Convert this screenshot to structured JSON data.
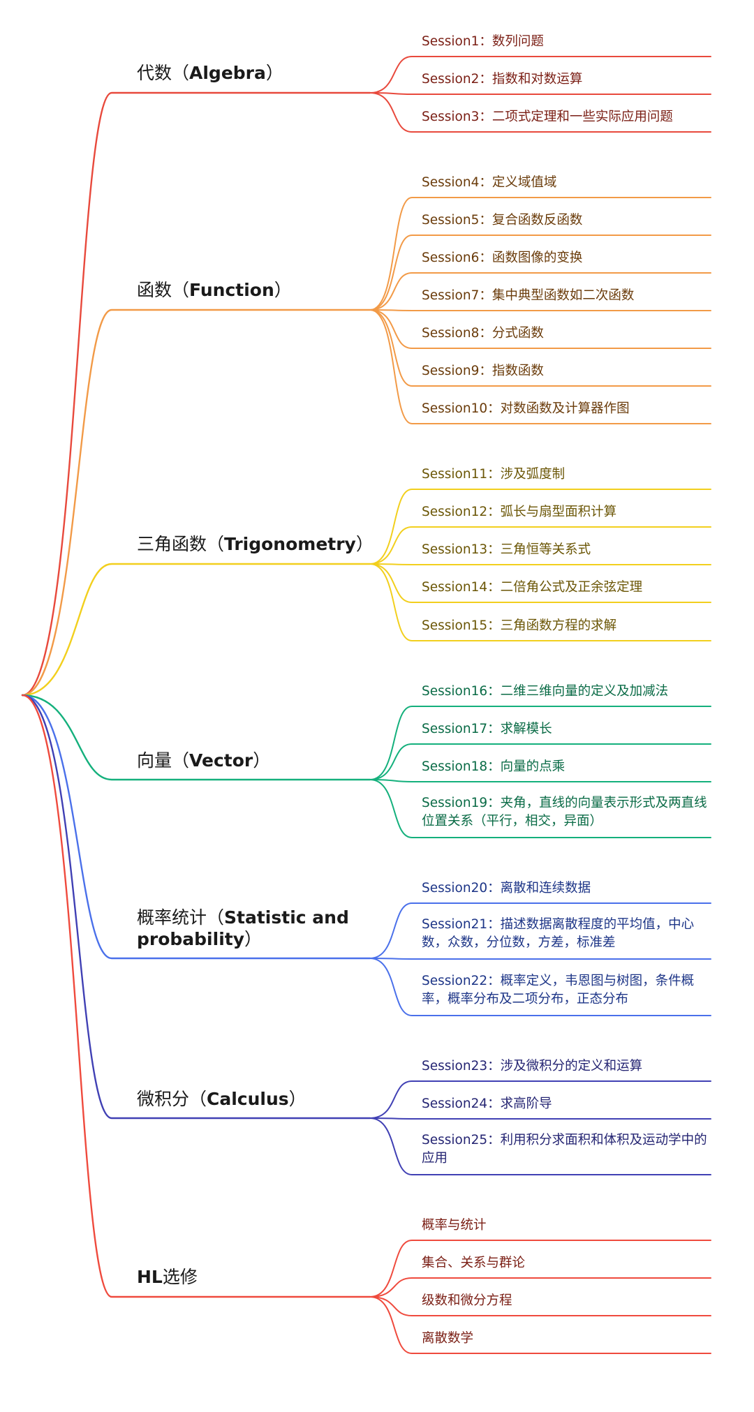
{
  "mindmap": {
    "branches": [
      {
        "label_prefix": "代数（",
        "label_bold": "Algebra",
        "label_suffix": "）",
        "color": "#e8493c",
        "text_color": "#7a1e14",
        "leaves": [
          "Session1：数列问题",
          "Session2：指数和对数运算",
          "Session3：二项式定理和一些实际应用问题"
        ]
      },
      {
        "label_prefix": "函数（",
        "label_bold": "Function",
        "label_suffix": "）",
        "color": "#f29a47",
        "text_color": "#6a3b0a",
        "leaves": [
          "Session4：定义域值域",
          "Session5：复合函数反函数",
          "Session6：函数图像的变换",
          "Session7：集中典型函数如二次函数",
          "Session8：分式函数",
          "Session9：指数函数",
          "Session10：对数函数及计算器作图"
        ]
      },
      {
        "label_prefix": "三角函数（",
        "label_bold": "Trigonometry",
        "label_suffix": "）",
        "color": "#f2cf1d",
        "text_color": "#6b5606",
        "leaves": [
          "Session11：涉及弧度制",
          "Session12：弧长与扇型面积计算",
          "Session13：三角恒等关系式",
          "Session14：二倍角公式及正余弦定理",
          "Session15：三角函数方程的求解"
        ]
      },
      {
        "label_prefix": "向量（",
        "label_bold": "Vector",
        "label_suffix": "）",
        "color": "#14b07c",
        "text_color": "#0a6b46",
        "leaves": [
          "Session16：二维三维向量的定义及加减法",
          "Session17：求解模长",
          "Session18：向量的点乘",
          "Session19：夹角，直线的向量表示形式及两直线位置关系（平行，相交，异面）"
        ]
      },
      {
        "label_prefix": "概率统计（",
        "label_bold": "Statistic and probability",
        "label_suffix": "）",
        "color": "#4a70ea",
        "text_color": "#1d3587",
        "leaves": [
          "Session20：离散和连续数据",
          "Session21：描述数据离散程度的平均值，中心数，众数，分位数，方差，标准差",
          "Session22：概率定义，韦恩图与树图，条件概率，概率分布及二项分布，正态分布"
        ]
      },
      {
        "label_prefix": "微积分（",
        "label_bold": "Calculus",
        "label_suffix": "）",
        "color": "#4040b4",
        "text_color": "#252573",
        "leaves": [
          "Session23：涉及微积分的定义和运算",
          "Session24：求高阶导",
          "Session25：利用积分求面积和体积及运动学中的应用"
        ]
      },
      {
        "label_prefix": "",
        "label_bold": "HL",
        "label_suffix": "选修",
        "color": "#ef4a3d",
        "text_color": "#7a1e14",
        "leaves": [
          "概率与统计",
          "集合、关系与群论",
          "级数和微分方程",
          "离散数学"
        ]
      }
    ]
  }
}
